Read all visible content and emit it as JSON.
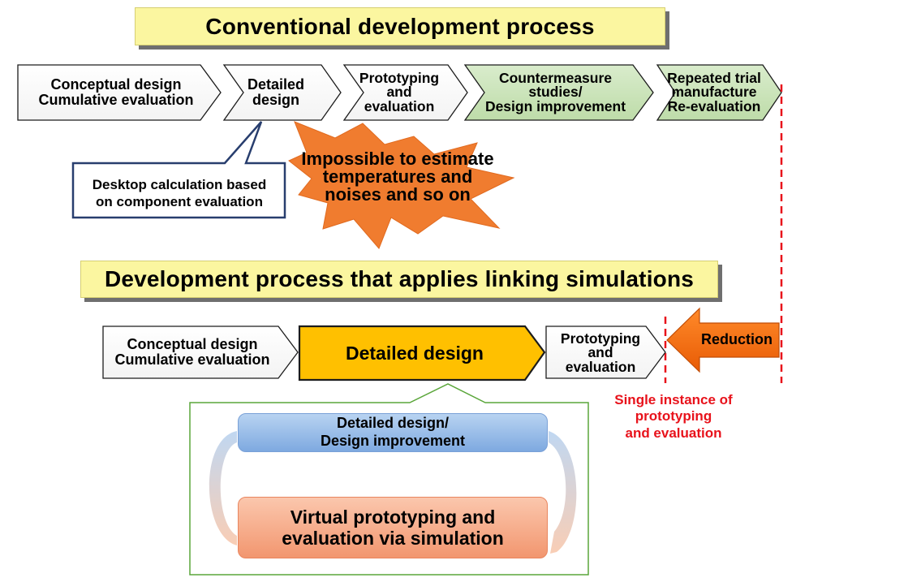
{
  "conventional": {
    "title": "Conventional development process",
    "steps": [
      {
        "label": "Conceptual design\nCumulative evaluation"
      },
      {
        "label": "Detailed\ndesign"
      },
      {
        "label": "Prototyping\nand\nevaluation"
      },
      {
        "label": "Countermeasure\nstudies/\nDesign improvement"
      },
      {
        "label": "Repeated trial\nmanufacture\nRe-evaluation"
      }
    ],
    "callout": "Desktop calculation based\non component evaluation",
    "burst": "Impossible to estimate\ntemperatures and\nnoises and so on"
  },
  "linking": {
    "title": "Development process that applies linking simulations",
    "steps": [
      {
        "label": "Conceptual design\nCumulative evaluation"
      },
      {
        "label": "Detailed design"
      },
      {
        "label": "Prototyping\nand\nevaluation"
      }
    ],
    "reduction": "Reduction",
    "note": "Single instance of\nprototyping\nand evaluation",
    "loop": {
      "top": "Detailed design/\nDesign improvement",
      "bottom": "Virtual prototyping and\nevaluation via simulation"
    }
  },
  "colors": {
    "banner": "#fbf6a0",
    "green_step": "#cde5bd",
    "detailed_highlight": "#ffc000",
    "burst": "#f07c2f",
    "reduction": "#f26f10",
    "dashed_line": "#e8121b",
    "callout_border": "#283e6e",
    "loop_box_border": "#5aa63a"
  }
}
